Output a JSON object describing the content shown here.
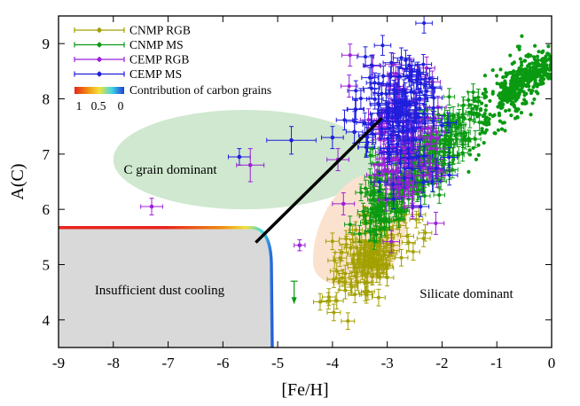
{
  "chart_data": {
    "type": "scatter",
    "xlabel": "[Fe/H]",
    "ylabel": "A(C)",
    "xlim": [
      -9,
      0
    ],
    "ylim": [
      3.5,
      9.5
    ],
    "xticks": [
      -9,
      -8,
      -7,
      -6,
      -5,
      -4,
      -3,
      -2,
      -1,
      0
    ],
    "yticks": [
      4,
      5,
      6,
      7,
      8,
      9
    ],
    "grid": false,
    "legend_position": "top-left",
    "series": [
      {
        "name": "CNMP RGB",
        "color": "#a3a000"
      },
      {
        "name": "CNMP MS",
        "color": "#0a9a12"
      },
      {
        "name": "CEMP RGB",
        "color": "#9b1fd9"
      },
      {
        "name": "CEMP MS",
        "color": "#1f1fdc"
      }
    ],
    "colorbar": {
      "label": "Contribution of carbon grains",
      "ticks": [
        "1",
        "0.5",
        "0"
      ],
      "colors": [
        "#e8241c",
        "#f08a10",
        "#f2e23a",
        "#3fd6e6",
        "#1f3fd4"
      ]
    },
    "regions": [
      {
        "label": "C grain dominant",
        "center": [
          -5.6,
          6.9
        ],
        "color": "#cfe8cf"
      },
      {
        "label": "Insufficient dust cooling",
        "color": "#d9d9d9"
      },
      {
        "label": "Silicate dominant",
        "color": "#fbe2cf"
      }
    ],
    "dividing_line": {
      "x": [
        -5.4,
        -3.1
      ],
      "y": [
        5.4,
        7.65
      ]
    },
    "boundary_curve": {
      "x_start": -9,
      "x_corner": -5.1,
      "y_top": 5.67,
      "y_bottom": 3.5
    },
    "points": {
      "cemp_ms_isolated": [
        {
          "x": -5.7,
          "y": 6.95,
          "xerr": 0.2,
          "yerr": 0.15
        },
        {
          "x": -4.75,
          "y": 7.25,
          "xerr": 0.45,
          "yerr": 0.25
        },
        {
          "x": -4.0,
          "y": 7.3,
          "xerr": 0.2,
          "yerr": 0.2
        },
        {
          "x": -3.6,
          "y": 7.4,
          "xerr": 0.15,
          "yerr": 0.2
        },
        {
          "x": -3.1,
          "y": 7.6,
          "xerr": 0.2,
          "yerr": 0.2
        }
      ],
      "cemp_rgb_isolated": [
        {
          "x": -7.3,
          "y": 6.05,
          "xerr": 0.2,
          "yerr": 0.15
        },
        {
          "x": -5.5,
          "y": 6.8,
          "xerr": 0.25,
          "yerr": 0.3
        },
        {
          "x": -4.6,
          "y": 5.35,
          "xerr": 0.1,
          "yerr": 0.1
        },
        {
          "x": -3.9,
          "y": 6.9,
          "xerr": 0.2,
          "yerr": 0.2
        },
        {
          "x": -3.8,
          "y": 6.1,
          "xerr": 0.2,
          "yerr": 0.2
        }
      ],
      "cnmp_ms_limit": [
        {
          "x": -4.7,
          "y": 4.7
        }
      ]
    }
  }
}
